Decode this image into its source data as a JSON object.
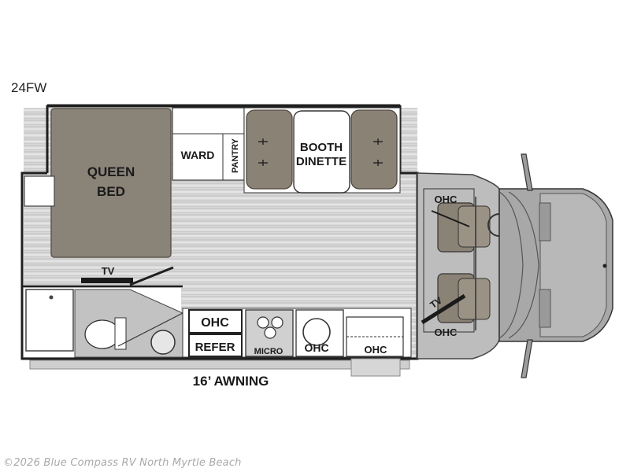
{
  "model": "24FW",
  "labels": {
    "queen_bed_line1": "QUEEN",
    "queen_bed_line2": "BED",
    "ward": "WARD",
    "pantry": "PANTRY",
    "booth_line1": "BOOTH",
    "booth_line2": "DINETTE",
    "tv_bedroom": "TV",
    "tv_cab": "TV",
    "ohc_galley": "OHC",
    "refer": "REFER",
    "micro": "MICRO",
    "ohc_stove": "OHC",
    "ohc_counter": "OHC",
    "ohc_cab_top": "OHC",
    "ohc_cab_bottom": "OHC",
    "awning": "16’ AWNING"
  },
  "copyright": "©2026 Blue Compass RV North Myrtle Beach",
  "colors": {
    "wall": "#1f1f1f",
    "bed": "#8a8378",
    "seat": "#8b8276",
    "floor": "#d8d8d8",
    "cab": "#bdbdbd"
  }
}
